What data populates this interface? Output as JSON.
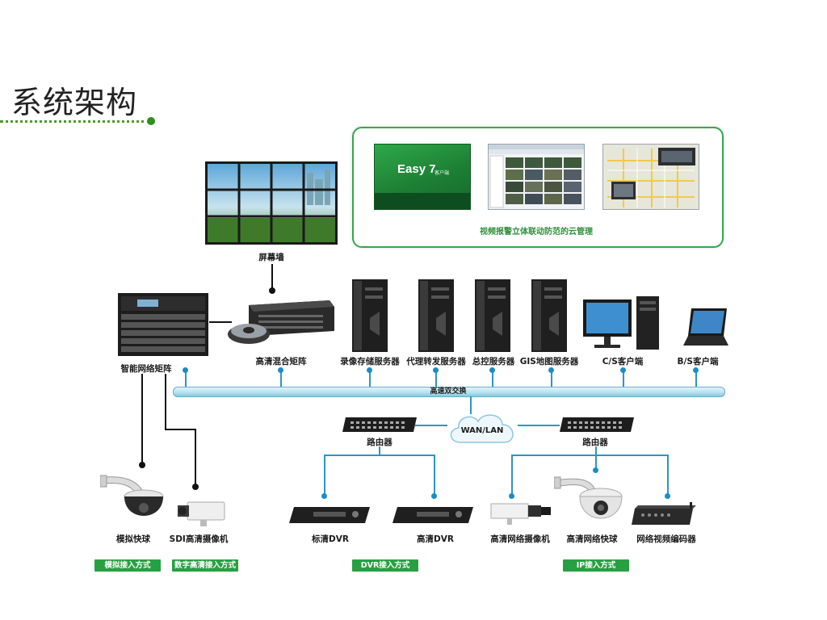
{
  "page": {
    "title": "系统架构"
  },
  "cloud_panel": {
    "caption": "视频报警立体联动防范的云管理",
    "easy7_title": "Easy 7",
    "easy7_subtitle": "客户端"
  },
  "labels": {
    "video_wall": "屏幕墙",
    "smart_matrix": "智能网络矩阵",
    "hd_mixed_matrix": "高清混合矩阵",
    "record_server": "录像存储服务器",
    "proxy_server": "代理转发服务器",
    "master_server": "总控服务器",
    "gis_server": "GIS地图服务器",
    "cs_client": "C/S客户端",
    "bs_client": "B/S客户端",
    "bus": "高速双交换",
    "wan_lan": "WAN/LAN",
    "router_left": "路由器",
    "router_right": "路由器",
    "analog_dome": "模拟快球",
    "sdi_camera": "SDI高清摄像机",
    "sd_dvr": "标清DVR",
    "hd_dvr": "高清DVR",
    "ip_camera": "高清网络摄像机",
    "ip_dome": "高清网络快球",
    "encoder": "网络视频编码器"
  },
  "tags": {
    "analog_access": "模拟接入方式",
    "digital_hd_access": "数字高清接入方式",
    "dvr_access": "DVR接入方式",
    "ip_access": "IP接入方式"
  },
  "colors": {
    "accent_green": "#27a043",
    "bus_blue": "#2c95c8",
    "device_dark": "#1c1c1c"
  }
}
